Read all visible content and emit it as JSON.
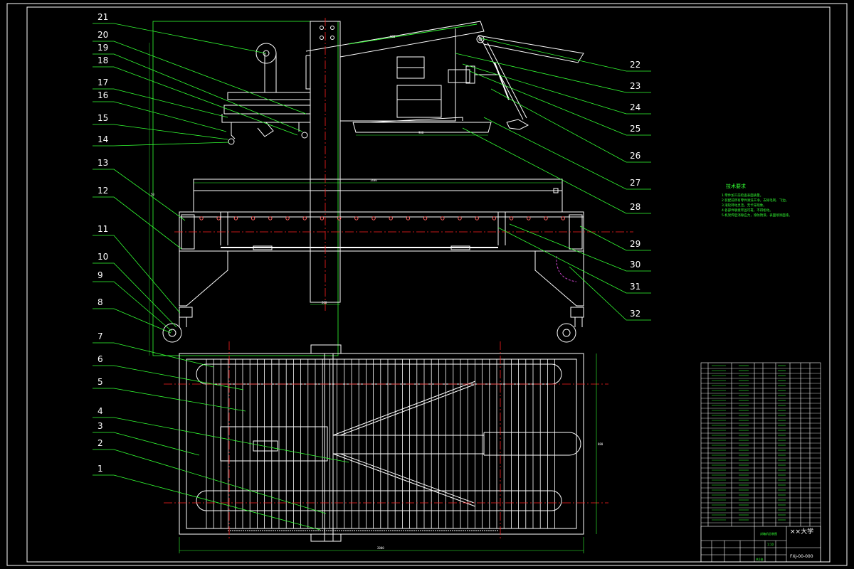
{
  "colors": {
    "background": "#000000",
    "outline": "#ffffff",
    "leader": "#33ff33",
    "centerline": "#ff2020",
    "hidden": "#cc44cc"
  },
  "labels_left": [
    "21",
    "20",
    "19",
    "18",
    "17",
    "16",
    "15",
    "14",
    "13",
    "12",
    "11",
    "10",
    "9",
    "8",
    "7",
    "6",
    "5",
    "4",
    "3",
    "2",
    "1"
  ],
  "labels_right": [
    "22",
    "23",
    "24",
    "25",
    "26",
    "27",
    "28",
    "29",
    "30",
    "31",
    "32"
  ],
  "dims": {
    "upper_arm": "980",
    "plate": "900",
    "bar": "1400",
    "post": "200",
    "base_width": "2000",
    "side_left": "50",
    "side_right": "880"
  },
  "tech_requirements": {
    "title": "技术要求",
    "items": [
      "1.零件加工前检查表面质量。",
      "2.装配前所有零件清洗干净，去除毛刺、飞边。",
      "3.滚轮转动灵活，无卡滞现象。",
      "4.各部件联接牢固可靠，不得松动。",
      "5.机架焊后消除应力，涂防锈漆，表面喷涂面漆。"
    ]
  },
  "title_block": {
    "school": "××大学",
    "drawing_name": "封箱机总装图",
    "drawing_no": "FXJ-00-000",
    "scale": "1:10",
    "sheet": "共1张"
  }
}
